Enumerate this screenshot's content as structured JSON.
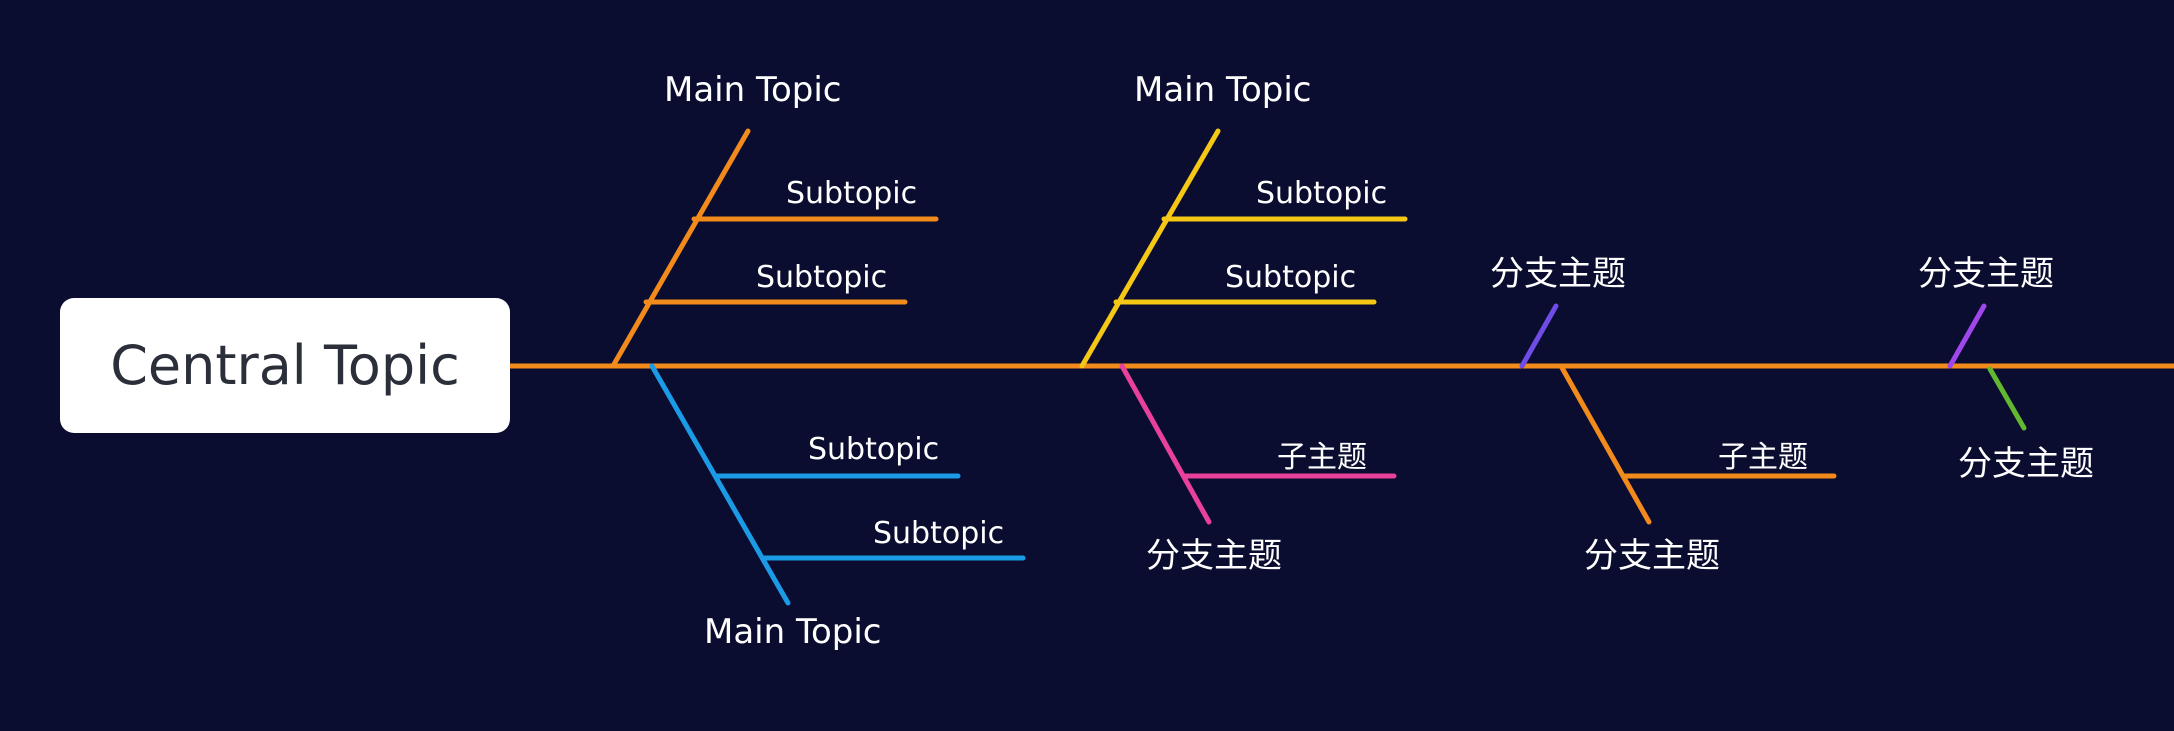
{
  "diagram": {
    "background": "#0a0d2f",
    "central_topic": "Central Topic",
    "main_topics": [
      {
        "label": "Main Topic",
        "color": "#f28b1b",
        "subtopics": [
          "Subtopic",
          "Subtopic"
        ]
      },
      {
        "label": "Main Topic",
        "color": "#1b9ae6",
        "subtopics": [
          "Subtopic",
          "Subtopic"
        ]
      },
      {
        "label": "Main Topic",
        "color": "#f5c816",
        "subtopics": [
          "Subtopic",
          "Subtopic"
        ]
      },
      {
        "label": "分支主题",
        "color": "#e8409b",
        "subtopics": [
          "子主题"
        ]
      },
      {
        "label": "分支主题",
        "color": "#6f4ce6",
        "subtopics": []
      },
      {
        "label": "分支主题",
        "color": "#f28b1b",
        "subtopics": [
          "子主题"
        ]
      },
      {
        "label": "分支主题",
        "color": "#9f47ea",
        "subtopics": []
      },
      {
        "label": "分支主题",
        "color": "#62b82e",
        "subtopics": []
      }
    ],
    "spine_color": "#f28b1b"
  }
}
